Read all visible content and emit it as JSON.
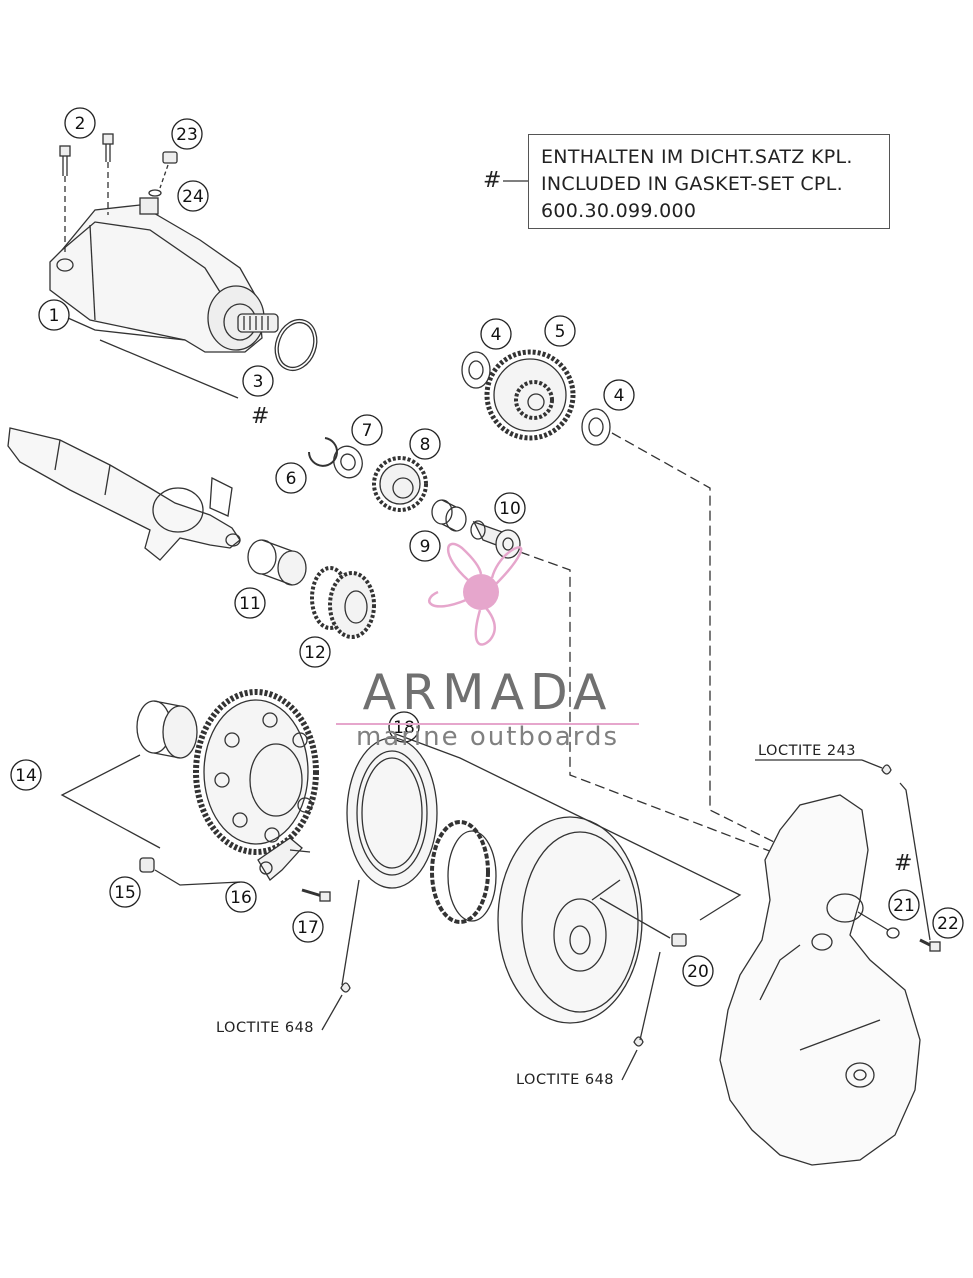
{
  "notice": {
    "line1": "ENTHALTEN IM DICHT.SATZ KPL.",
    "line2": "INCLUDED IN GASKET-SET CPL.",
    "line3": "600.30.099.000",
    "marker": "#"
  },
  "markers": {
    "hash": "#"
  },
  "loctite": {
    "l243": "LOCTITE 243",
    "l648_left": "LOCTITE 648",
    "l648_right": "LOCTITE 648"
  },
  "callouts": [
    "1",
    "2",
    "3",
    "4",
    "4",
    "5",
    "6",
    "7",
    "8",
    "9",
    "10",
    "11",
    "12",
    "14",
    "15",
    "16",
    "17",
    "18",
    "20",
    "21",
    "22",
    "23",
    "24"
  ],
  "watermark": {
    "name": "ARMADA",
    "tagline": "marine outboards",
    "logo_color": "#e6a6cc"
  },
  "colors": {
    "line": "#333333",
    "part_fill": "#f4f4f4"
  }
}
